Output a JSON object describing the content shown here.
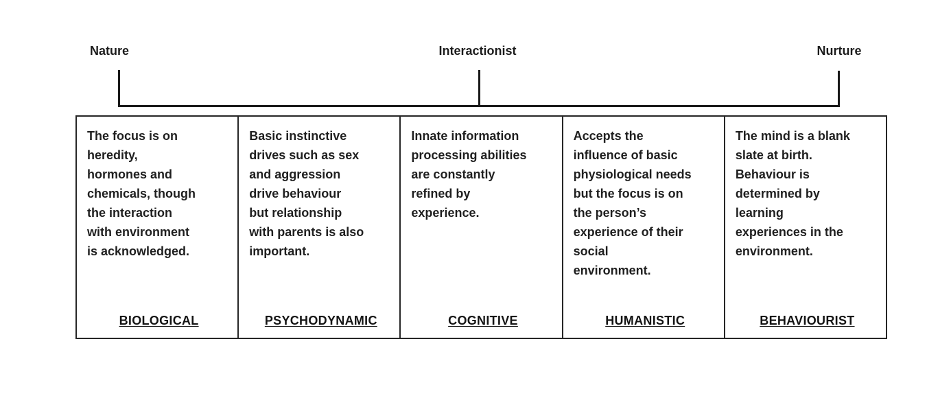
{
  "spectrum": {
    "labels": [
      {
        "id": "nature",
        "text": "Nature"
      },
      {
        "id": "interactionist",
        "text": "Interactionist"
      },
      {
        "id": "nurture",
        "text": "Nurture"
      }
    ]
  },
  "approaches": [
    {
      "name": "BIOLOGICAL",
      "description": "The focus is on\nheredity,\nhormones and\nchemicals, though\nthe interaction\nwith environment\nis acknowledged."
    },
    {
      "name": "PSYCHODYNAMIC",
      "description": "Basic instinctive\ndrives such as sex\nand aggression\ndrive behaviour\nbut relationship\nwith parents is also\nimportant."
    },
    {
      "name": "COGNITIVE",
      "description": "Innate information\nprocessing abilities\nare constantly\nrefined by\nexperience."
    },
    {
      "name": "HUMANISTIC",
      "description": "Accepts the\ninfluence of basic\nphysiological needs\nbut the focus is on\nthe person’s\nexperience of their\nsocial\nenvironment."
    },
    {
      "name": "BEHAVIOURIST",
      "description": "The mind is a blank\nslate at birth.\nBehaviour is\ndetermined by\nlearning\nexperiences in the\nenvironment."
    }
  ],
  "colors": {
    "line": "#1a1a1a",
    "border": "#262626",
    "text": "#1f1f1f",
    "background": "#ffffff"
  }
}
